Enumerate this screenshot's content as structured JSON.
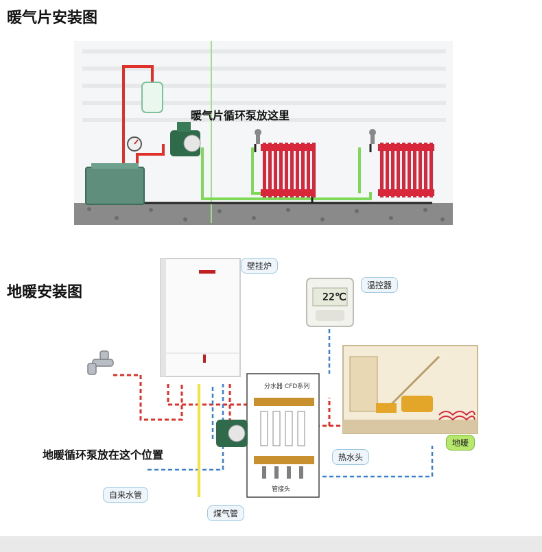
{
  "section1": {
    "title": "暖气片安装图",
    "pump_label": "暖气片循环泵放这里"
  },
  "section2": {
    "title": "地暖安装图",
    "pump_label": "地暖循环泵放在这个位置",
    "tags": {
      "boiler": "壁挂炉",
      "thermostat": "温控器",
      "manifold": "分水器 CFD系列",
      "hot_water_head": "热水头",
      "pipe_head": "管接头",
      "floor_heating": "地暖",
      "water_pipe": "自来水管",
      "gas_pipe": "煤气管"
    },
    "thermostat_display": "22℃"
  },
  "colors": {
    "hot_pipe": "#e0302a",
    "return_pipe": "#7ed957",
    "radiator": "#d8263a",
    "water_line": "#3a7fd0",
    "gas_line": "#f2e24a"
  }
}
